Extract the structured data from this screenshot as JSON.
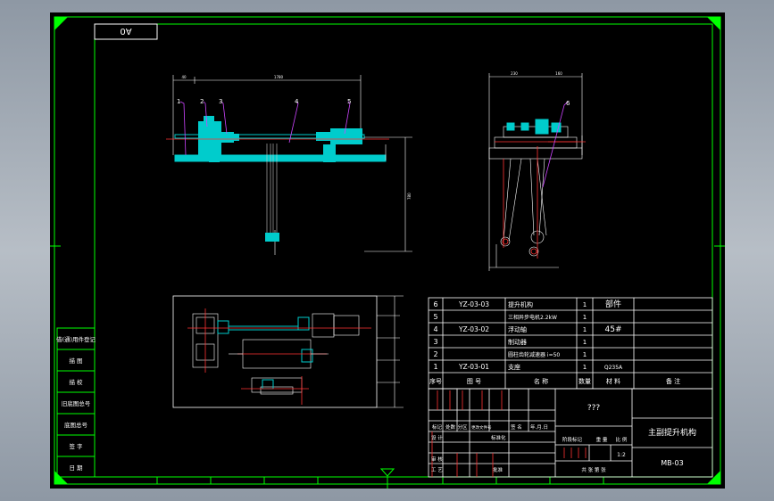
{
  "drawing": {
    "sheet_size": "A0",
    "title": "主副提升机构",
    "drawing_no": "MB-03",
    "scale": "1:2",
    "unknown_field": "???"
  },
  "left_sidebar": [
    "借(通)用件登记",
    "描 图",
    "描 校",
    "旧底图总号",
    "底图总号",
    "签 字",
    "日 期"
  ],
  "part_callouts": {
    "side_view": [
      "1",
      "2",
      "3",
      "4",
      "5"
    ],
    "end_view": [
      "6"
    ]
  },
  "bom": {
    "rows": [
      {
        "no": "6",
        "code": "YZ-03-03",
        "name": "提升机构",
        "qty": "1",
        "material": "部件",
        "remark": ""
      },
      {
        "no": "5",
        "code": "",
        "name": "三相异步电机2.2kW",
        "qty": "1",
        "material": "",
        "remark": ""
      },
      {
        "no": "4",
        "code": "YZ-03-02",
        "name": "浮动轴",
        "qty": "1",
        "material": "45#",
        "remark": ""
      },
      {
        "no": "3",
        "code": "",
        "name": "制动器",
        "qty": "1",
        "material": "",
        "remark": ""
      },
      {
        "no": "2",
        "code": "",
        "name": "圆柱齿轮减速器 i=50",
        "qty": "1",
        "material": "",
        "remark": ""
      },
      {
        "no": "1",
        "code": "YZ-03-01",
        "name": "支座",
        "qty": "1",
        "material": "Q235A",
        "remark": ""
      }
    ],
    "header": {
      "no": "序号",
      "code": "图 号",
      "name": "名 称",
      "qty": "数量",
      "material": "材 料",
      "remark": "备 注"
    }
  },
  "title_block": {
    "rev_labels": [
      "标记",
      "处数",
      "分区",
      "更改文件号",
      "签 名",
      "年.月.日"
    ],
    "design": "设 计",
    "standard": "标准化",
    "review": "审 核",
    "process": "工 艺",
    "approve": "批准",
    "stage_mark": "阶段标记",
    "weight": "重 量",
    "scale_label": "比 例",
    "sheets": "共 张 第 张"
  }
}
